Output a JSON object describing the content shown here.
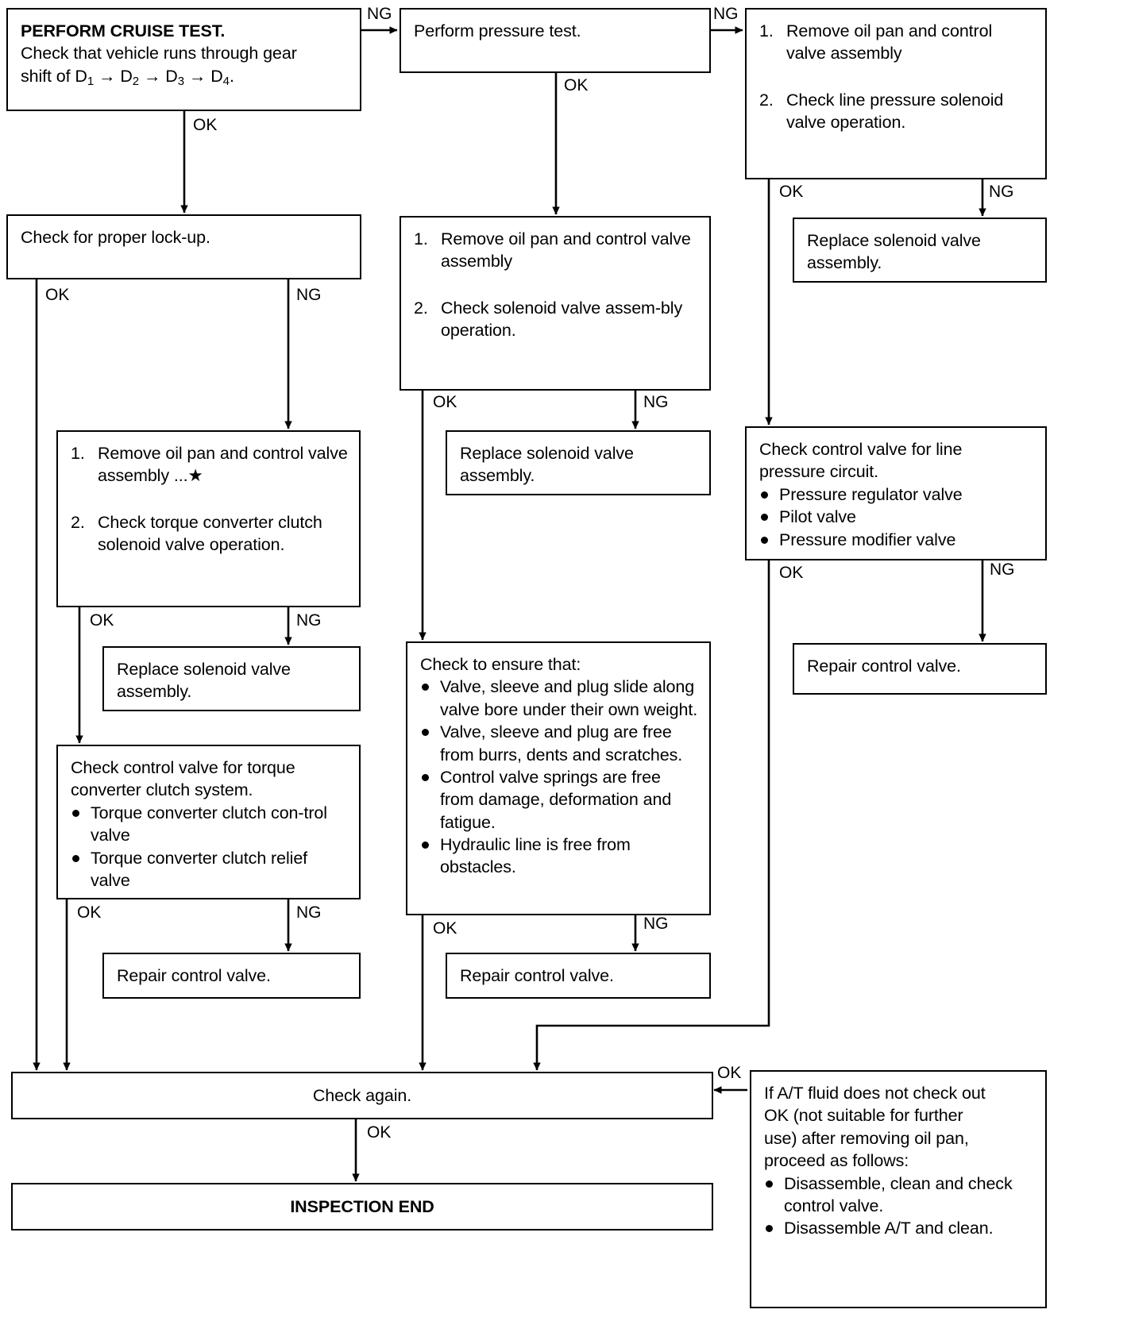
{
  "diagram": {
    "title": "A/T cruise test troubleshooting flow",
    "type": "flowchart",
    "line_color": "#000000",
    "background": "#ffffff"
  },
  "boxes": {
    "perform_cruise_test": {
      "heading": "PERFORM CRUISE TEST.",
      "line1": "Check that vehicle runs through gear",
      "line2_a": "shift of D",
      "sub1": "1",
      "arrow1": " → ",
      "line2_b": "D",
      "sub2": "2",
      "arrow2": " → ",
      "line2_c": "D",
      "sub3": "3",
      "arrow3": " → ",
      "line2_d": "D",
      "sub4": "4",
      "line2_e": "."
    },
    "perform_pressure_test": {
      "text": "Perform pressure test."
    },
    "line_pressure_solenoid": {
      "item1_num": "1.",
      "item1_text": "Remove oil pan and control valve assembly",
      "item2_num": "2.",
      "item2_text": "Check line pressure solenoid valve operation."
    },
    "replace_solenoid_right": {
      "line1": "Replace solenoid valve",
      "line2": "assembly."
    },
    "check_lockup": {
      "text": "Check for proper lock-up."
    },
    "solenoid_valve_assembly": {
      "item1_num": "1.",
      "item1_text": "Remove oil pan and control valve assembly",
      "item2_num": "2.",
      "item2_text": "Check solenoid valve assem-bly operation."
    },
    "replace_solenoid_middle": {
      "line1": "Replace solenoid valve",
      "line2": "assembly."
    },
    "check_control_valve_line_pressure": {
      "line1": "Check control valve for line",
      "line2": "pressure circuit.",
      "bullets": [
        "Pressure regulator valve",
        "Pilot valve",
        "Pressure modifier valve"
      ]
    },
    "torque_converter_solenoid": {
      "item1_num": "1.",
      "item1_text": "Remove oil pan and control valve assembly ...★",
      "item2_num": "2.",
      "item2_text": "Check torque converter clutch solenoid valve operation."
    },
    "replace_solenoid_left": {
      "line1": "Replace solenoid valve",
      "line2": "assembly."
    },
    "repair_control_valve_right": {
      "text": "Repair control valve."
    },
    "check_control_valve_tcc": {
      "line1": "Check control valve for torque",
      "line2": "converter clutch system.",
      "bullets": [
        "Torque converter clutch con-trol valve",
        "Torque converter clutch relief valve"
      ]
    },
    "check_to_ensure": {
      "heading": "Check to ensure that:",
      "bullets": [
        "Valve, sleeve and plug slide along valve bore under their own weight.",
        "Valve, sleeve and plug are free from burrs, dents and scratches.",
        "Control valve springs are free from damage, deformation and fatigue.",
        "Hydraulic line is free from obstacles."
      ]
    },
    "repair_control_valve_left": {
      "text": "Repair control valve."
    },
    "repair_control_valve_middle": {
      "text": "Repair control valve."
    },
    "check_again": {
      "text": "Check again."
    },
    "inspection_end": {
      "text": "INSPECTION END"
    },
    "at_fluid_note": {
      "line1": "If A/T fluid does not check out",
      "line2": "OK (not suitable for further",
      "line3": "use) after removing oil pan,",
      "line4": "proceed as follows:",
      "bullets": [
        "Disassemble, clean and check control valve.",
        "Disassemble A/T and clean."
      ]
    }
  },
  "edge_labels": {
    "cruise_ng": "NG",
    "cruise_ok": "OK",
    "pressure_ng": "NG",
    "pressure_ok": "OK",
    "line_sol_ok": "OK",
    "line_sol_ng": "NG",
    "lockup_ok": "OK",
    "lockup_ng": "NG",
    "sol_assy_ok": "OK",
    "sol_assy_ng": "NG",
    "ctrl_line_ok": "OK",
    "ctrl_line_ng": "NG",
    "tcc_sol_ok": "OK",
    "tcc_sol_ng": "NG",
    "tcc_ctrl_ok": "OK",
    "tcc_ctrl_ng": "NG",
    "ensure_ok": "OK",
    "ensure_ng": "NG",
    "again_ok": "OK",
    "fluid_ok": "OK"
  }
}
